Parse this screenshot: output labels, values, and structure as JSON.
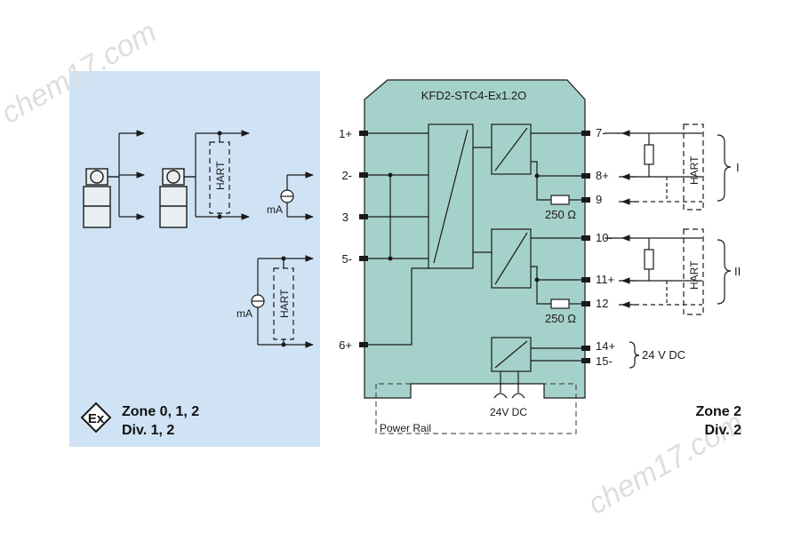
{
  "device": {
    "model": "KFD2-STC4-Ex1.2O"
  },
  "terminals": {
    "t1": "1+",
    "t2": "2-",
    "t3": "3",
    "t5": "5-",
    "t6": "6+",
    "t7": "7-",
    "t8": "8+",
    "t9": "9",
    "t10": "10-",
    "t11": "11+",
    "t12": "12",
    "t14": "14+",
    "t15": "15-"
  },
  "resistors": {
    "r1": "250 Ω",
    "r2": "250 Ω"
  },
  "labels": {
    "hart": "HART",
    "ma": "mA",
    "supply": "24 V DC",
    "power_rail_supply": "24V DC",
    "power_rail": "Power Rail",
    "channel_1": "I",
    "channel_2": "II"
  },
  "zones": {
    "hazardous_zone": "Zone 0, 1, 2",
    "hazardous_div": "Div. 1, 2",
    "safe_zone": "Zone 2",
    "safe_div": "Div. 2"
  },
  "ex_symbol": "Ex",
  "watermark": "chem17.com",
  "colors": {
    "hazard_bg": "#cfe3f4",
    "device_fill": "#a5d1cb",
    "line": "#1a1a1a"
  }
}
